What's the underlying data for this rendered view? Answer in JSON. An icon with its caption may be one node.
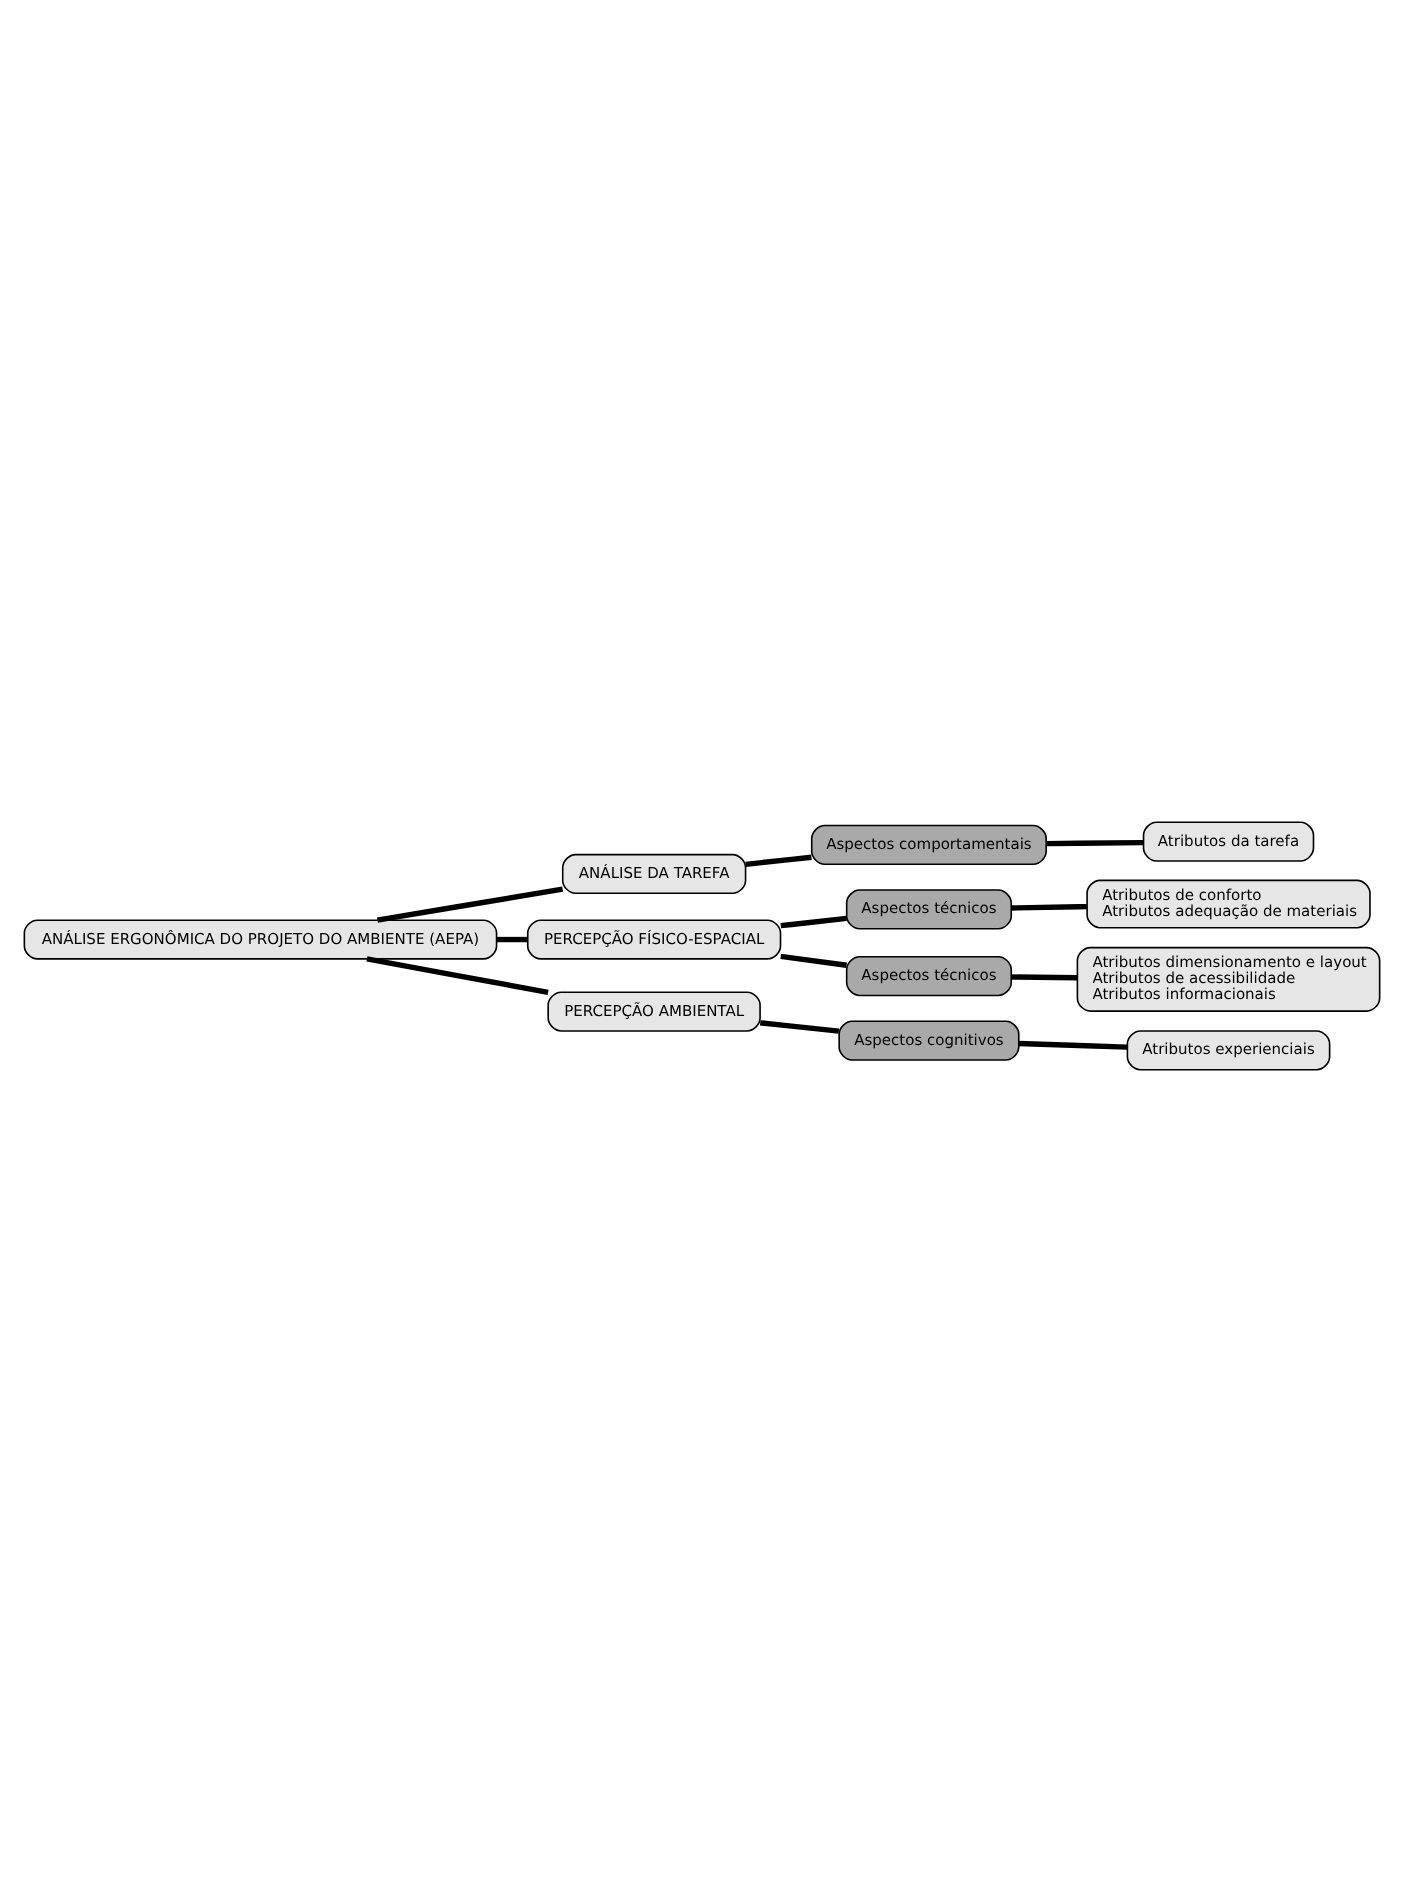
{
  "diagram": {
    "nodes": [
      {
        "text": [
          "ANÁLISE ERGONÔMICA DO PROJETO DO AMBIENTE (AEPA)"
        ]
      },
      {
        "text": [
          "ANÁLISE DA TAREFA"
        ]
      },
      {
        "text": [
          "Aspectos comportamentais"
        ]
      },
      {
        "text": [
          "Atributos da tarefa"
        ]
      },
      {
        "text": [
          "PERCEPÇÃO FÍSICO-ESPACIAL"
        ]
      },
      {
        "text": [
          "Aspectos técnicos"
        ]
      },
      {
        "text": [
          "Atributos de conforto",
          "Atributos adequação de materiais"
        ]
      },
      {
        "text": [
          "Aspectos técnicos"
        ]
      },
      {
        "text": [
          "Atributos dimensionamento e layout",
          "Atributos de acessibilidade",
          "Atributos informacionais"
        ]
      },
      {
        "text": [
          "PERCEPÇÃO AMBIENTAL"
        ]
      },
      {
        "text": [
          "Aspectos cognitivos"
        ]
      },
      {
        "text": [
          "Atributos experienciais"
        ]
      }
    ],
    "edges": [
      {
        "from": 0,
        "to": 1,
        "arrow": "none"
      },
      {
        "from": 1,
        "to": 2,
        "arrow": "none"
      },
      {
        "from": 2,
        "to": 3,
        "arrow": "none"
      },
      {
        "from": 0,
        "to": 4,
        "arrow": "none"
      },
      {
        "from": 4,
        "to": 5,
        "arrow": "none"
      },
      {
        "from": 5,
        "to": 6,
        "arrow": "none"
      },
      {
        "from": 4,
        "to": 7,
        "arrow": "none"
      },
      {
        "from": 7,
        "to": 8,
        "arrow": "none"
      },
      {
        "from": 0,
        "to": 9,
        "arrow": "none"
      },
      {
        "from": 9,
        "to": 10,
        "arrow": "none"
      },
      {
        "from": 10,
        "to": 11,
        "arrow": "none"
      }
    ]
  }
}
